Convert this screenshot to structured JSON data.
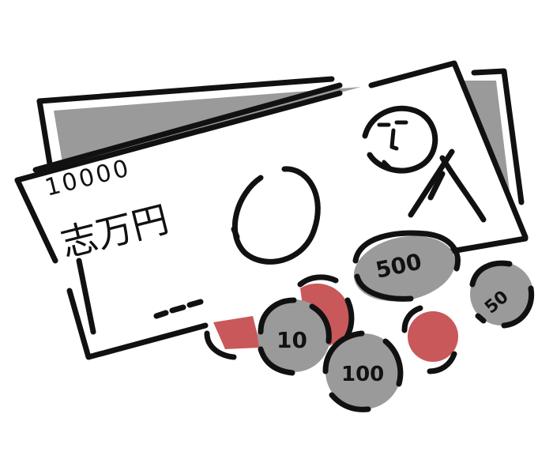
{
  "illustration": {
    "banknote": {
      "serial": "10000",
      "script_text": "志万円"
    },
    "coins": {
      "large_silver": "500",
      "small_silver": "50",
      "middle_left": "10",
      "middle_right": "100"
    },
    "colors": {
      "ink": "#111111",
      "back_note": "#9a9a9a",
      "coin_grey": "#9a9a9a",
      "copper": "#c9585a",
      "paper": "#ffffff"
    }
  }
}
